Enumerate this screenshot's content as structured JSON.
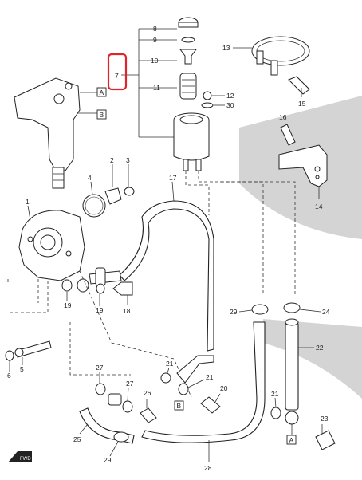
{
  "callouts": {
    "c1": "1",
    "c2": "2",
    "c3": "3",
    "c4": "4",
    "c5": "5",
    "c6": "6",
    "c7": "7",
    "c8": "8",
    "c9": "9",
    "c10": "10",
    "c11": "11",
    "c12": "12",
    "c13": "13",
    "c14": "14",
    "c15": "15",
    "c16": "16",
    "c17": "17",
    "c18": "18",
    "c19a": "19",
    "c19b": "19",
    "c20": "20",
    "c21a": "21",
    "c21b": "21",
    "c21c": "21",
    "c22": "22",
    "c23": "23",
    "c24": "24",
    "c25": "25",
    "c26": "26",
    "c27a": "27",
    "c27b": "27",
    "c28": "28",
    "c29a": "29",
    "c29b": "29",
    "c30": "30"
  },
  "refs": {
    "a_top": "A",
    "b_top": "B",
    "b_bottom": "B",
    "a_bottom": "A"
  },
  "highlight": {
    "target_part": "7",
    "color": "#e0242e"
  },
  "orientation_badge": "FWD"
}
